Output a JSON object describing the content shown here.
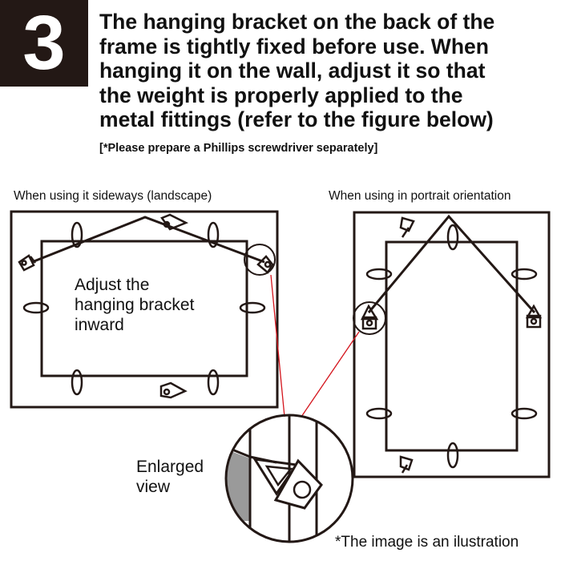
{
  "step": {
    "number": "3"
  },
  "heading": {
    "lines": [
      "The hanging bracket on the back of the",
      "frame is tightly fixed before use. When",
      "hanging it on the wall, adjust it so that",
      "the weight is properly applied to the",
      "metal fittings (refer to the figure below)"
    ],
    "note": "[*Please prepare a Phillips screwdriver separately]"
  },
  "landscape": {
    "label": "When using it sideways (landscape)",
    "instruction_lines": [
      "Adjust the",
      "hanging bracket",
      "inward"
    ]
  },
  "portrait": {
    "label": "When using in portrait orientation"
  },
  "enlarged": {
    "lines": [
      "Enlarged",
      "view"
    ]
  },
  "footer": "*The image is an ilustration",
  "colors": {
    "step_bg": "#231815",
    "pointer": "#d4141c",
    "shade": "#9a9a9a"
  }
}
